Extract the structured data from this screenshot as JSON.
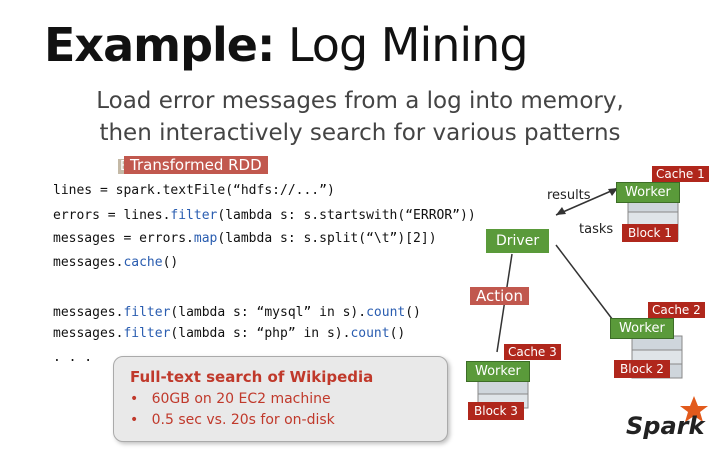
{
  "title": {
    "bold": "Example:",
    "rest": "Log Mining"
  },
  "subtitle": {
    "line1": "Load error messages from a log into memory,",
    "line2": "then interactively search for various patterns"
  },
  "tags": {
    "base_rdd_fragment": "B",
    "transformed_rdd": "Transformed RDD",
    "action": "Action"
  },
  "code": {
    "line1_a": "lines = sp",
    "line1_b": "ark.textFile(“hdfs://...”)",
    "line2_a": "errors = lines.",
    "line2_kw": "filter",
    "line2_b": "(lambda s: s.startswith(“ERROR”))",
    "line3_a": "messages = errors.",
    "line3_kw": "map",
    "line3_b": "(lambda s: s.split(“\\t”)[2])",
    "line4_a": "messages.",
    "line4_kw": "cache",
    "line4_b": "()",
    "line5_a": "messages.",
    "line5_kw": "filter",
    "line5_b": "(lambda s: “mysql” in s).",
    "line5_kw2": "count",
    "line5_c": "()",
    "line6_a": "messages.",
    "line6_kw": "filter",
    "line6_b": "(lambda s: “php” in s).",
    "line6_kw2": "count",
    "line6_c": "()",
    "line7": ". . ."
  },
  "diagram": {
    "driver": "Driver",
    "results": "results",
    "tasks": "tasks",
    "worker": "Worker",
    "cache1": "Cache 1",
    "cache2": "Cache 2",
    "cache3": "Cache 3",
    "block1": "Block 1",
    "block2": "Block 2",
    "block3": "Block 3"
  },
  "wiki": {
    "title": "Full-text search of Wikipedia",
    "bullets": [
      "60GB on 20 EC2 machine",
      "0.5 sec vs. 20s for on-disk"
    ]
  },
  "logo": "Spark",
  "colors": {
    "green": "#5a9a3a",
    "red": "#b0271c",
    "code_blue": "#2a5db0",
    "wiki_red": "#c0392b"
  }
}
